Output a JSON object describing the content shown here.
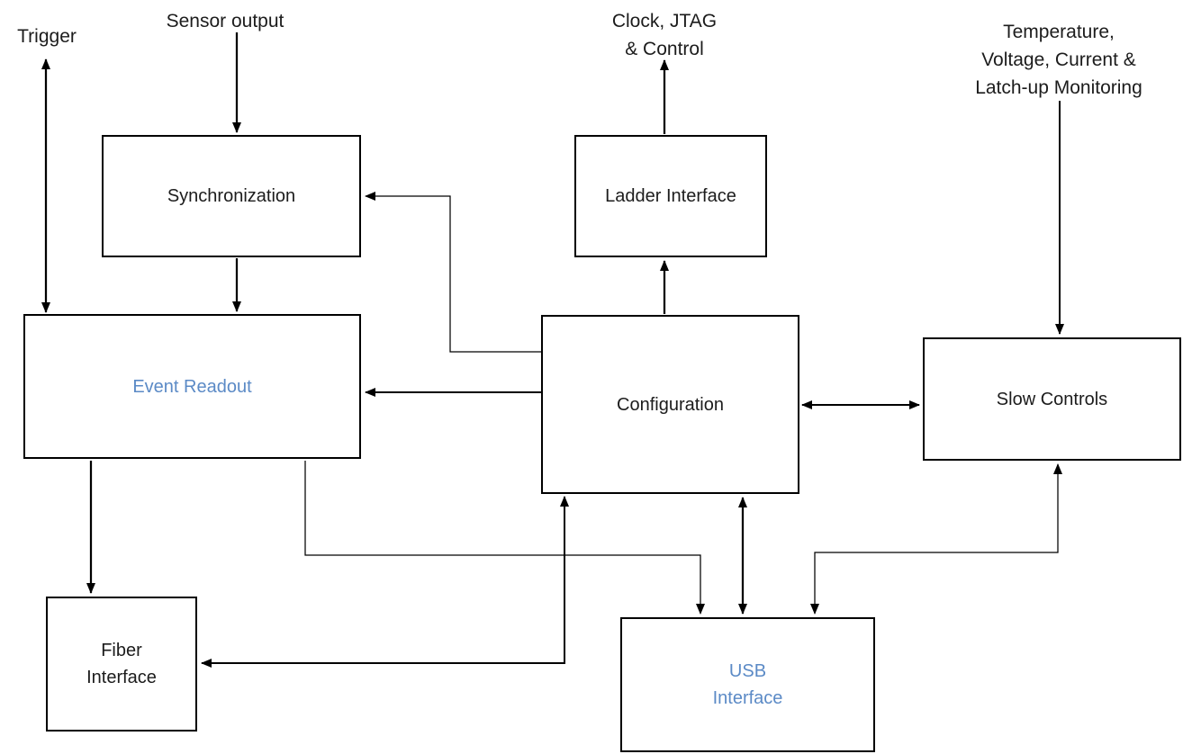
{
  "diagram": {
    "type": "block-diagram",
    "background_color": "#ffffff",
    "line_color": "#000000",
    "box_text_color": "#1c1c1c",
    "accent_text_color": "#5b8ac6",
    "boxes": {
      "synchronization": {
        "label": "Synchronization"
      },
      "ladder_interface": {
        "label": "Ladder Interface"
      },
      "event_readout": {
        "label": "Event Readout"
      },
      "configuration": {
        "label": "Configuration"
      },
      "slow_controls": {
        "label": "Slow Controls"
      },
      "fiber_interface": {
        "label": "Fiber\nInterface"
      },
      "usb_interface": {
        "label": "USB\nInterface"
      }
    },
    "external_labels": {
      "trigger": {
        "label": "Trigger"
      },
      "sensor_output": {
        "label": "Sensor output"
      },
      "clock_jtag_control": {
        "label": "Clock, JTAG\n& Control"
      },
      "temperature_monitoring": {
        "label": "Temperature,\nVoltage, Current &\nLatch-up Monitoring"
      }
    },
    "connections": [
      {
        "from": "Trigger",
        "to": "Event Readout",
        "arrows": "both"
      },
      {
        "from": "Sensor output",
        "to": "Synchronization",
        "arrows": "to"
      },
      {
        "from": "Synchronization",
        "to": "Event Readout",
        "arrows": "to"
      },
      {
        "from": "Configuration",
        "to": "Synchronization",
        "arrows": "to"
      },
      {
        "from": "Configuration",
        "to": "Event Readout",
        "arrows": "to"
      },
      {
        "from": "Ladder Interface",
        "to": "Clock, JTAG & Control",
        "arrows": "to"
      },
      {
        "from": "Configuration",
        "to": "Ladder Interface",
        "arrows": "to"
      },
      {
        "from": "Configuration",
        "to": "Slow Controls",
        "arrows": "both"
      },
      {
        "from": "Temperature, Voltage, Current & Latch-up Monitoring",
        "to": "Slow Controls",
        "arrows": "to"
      },
      {
        "from": "Event Readout",
        "to": "Fiber Interface",
        "arrows": "to"
      },
      {
        "from": "Configuration",
        "to": "Fiber Interface",
        "arrows": "both"
      },
      {
        "from": "Event Readout",
        "to": "USB Interface",
        "arrows": "to"
      },
      {
        "from": "Configuration",
        "to": "USB Interface",
        "arrows": "both"
      },
      {
        "from": "USB Interface",
        "to": "Slow Controls",
        "arrows": "both"
      }
    ]
  }
}
